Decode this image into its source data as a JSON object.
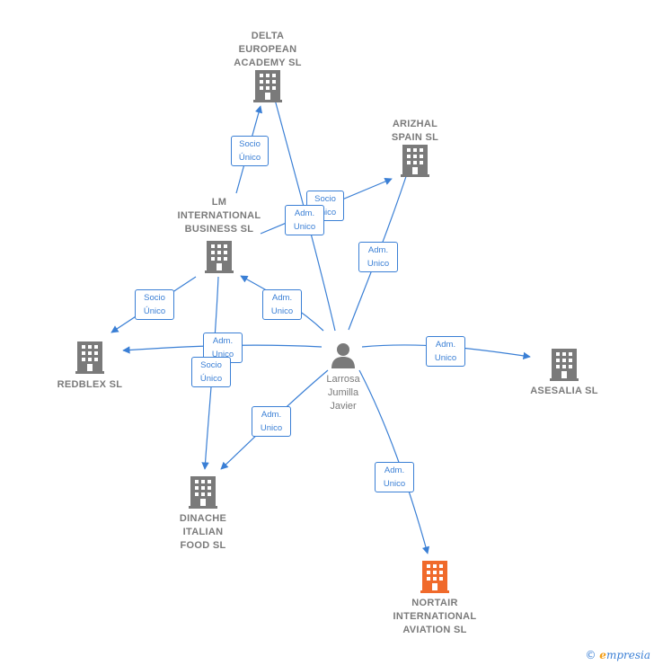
{
  "colors": {
    "edge": "#3a7fd5",
    "building": "#7a7a7a",
    "highlight_building": "#f06a2b",
    "label_text": "#7a7a7a"
  },
  "person": {
    "name": "Larrosa\nJumilla\nJavier",
    "icon": "person-icon"
  },
  "companies": [
    {
      "id": "delta",
      "name": "DELTA\nEUROPEAN\nACADEMY  SL",
      "icon": "building-icon"
    },
    {
      "id": "arizhal",
      "name": "ARIZHAL\nSPAIN  SL",
      "icon": "building-icon"
    },
    {
      "id": "lm",
      "name": "LM\nINTERNATIONAL\nBUSINESS  SL",
      "icon": "building-icon"
    },
    {
      "id": "redblex",
      "name": "REDBLEX  SL",
      "icon": "building-icon"
    },
    {
      "id": "asesalia",
      "name": "ASESALIA  SL",
      "icon": "building-icon"
    },
    {
      "id": "dinache",
      "name": "DINACHE\nITALIAN\nFOOD  SL",
      "icon": "building-icon"
    },
    {
      "id": "nortair",
      "name": "NORTAIR\nINTERNATIONAL\nAVIATION  SL",
      "icon": "building-icon",
      "highlight": true
    }
  ],
  "edge_labels": {
    "lm_delta": "Socio\nÚnico",
    "lm_arizhal": "Socio\nÚnico",
    "person_delta": "Adm.\nUnico",
    "person_arizhal": "Adm.\nUnico",
    "lm_redblex": "Socio\nÚnico",
    "person_lm": "Adm.\nUnico",
    "person_redblex": "Adm.\nUnico",
    "lm_dinache": "Socio\nÚnico",
    "person_asesalia": "Adm.\nUnico",
    "person_dinache": "Adm.\nUnico",
    "person_nortair": "Adm.\nUnico"
  },
  "watermark": {
    "copyright": "©",
    "brand_e": "e",
    "brand_rest": "mpresia"
  }
}
